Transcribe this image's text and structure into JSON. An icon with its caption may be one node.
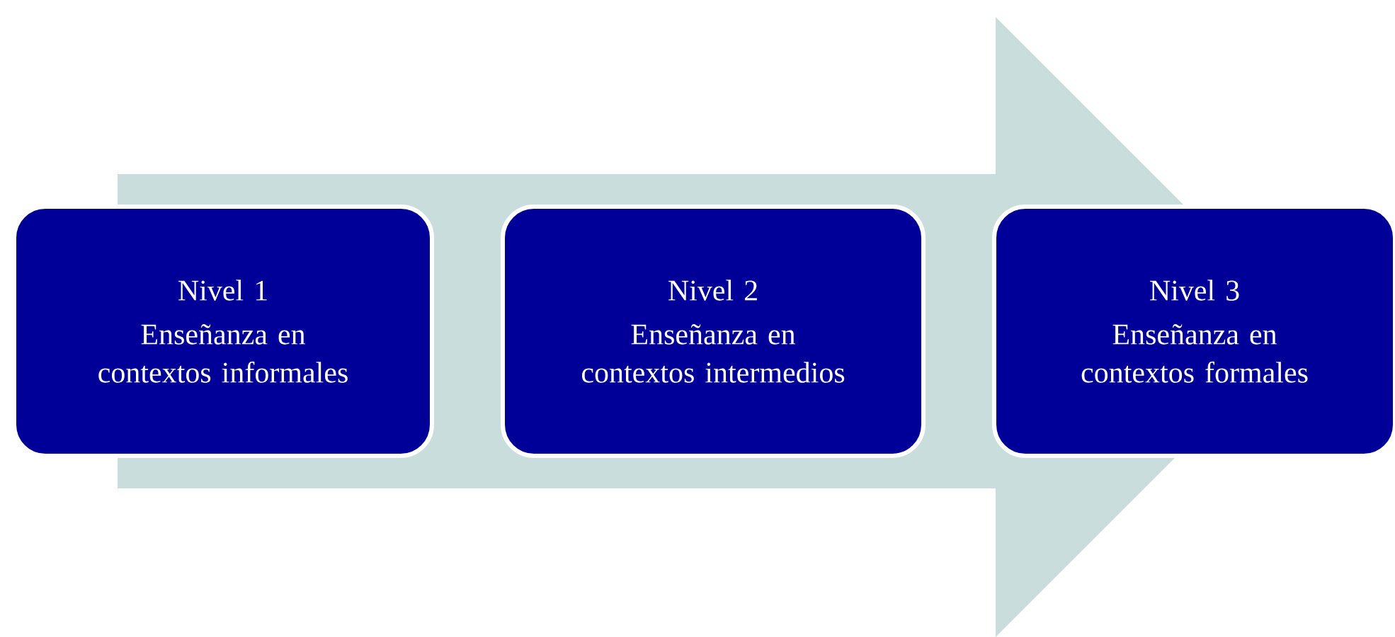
{
  "diagram": {
    "nodes": [
      {
        "text": [
          "Nivel 1",
          "Enseñanza en contextos informales"
        ]
      },
      {
        "text": [
          "Nivel 2",
          "Enseñanza en contextos intermedios"
        ]
      },
      {
        "text": [
          "Nivel 3",
          "Enseñanza en contextos formales"
        ]
      }
    ],
    "edges": [
      {
        "from": 0,
        "to": 2,
        "arrow": "to"
      }
    ]
  }
}
